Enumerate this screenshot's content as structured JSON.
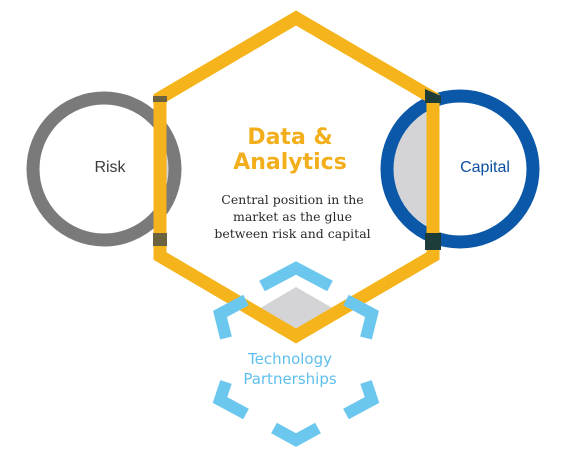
{
  "diagram": {
    "center": {
      "title_line1": "Data &",
      "title_line2": "Analytics",
      "description": [
        "Central position in the",
        "market as the glue",
        "between risk and capital"
      ]
    },
    "left_node": {
      "label": "Risk"
    },
    "right_node": {
      "label": "Capital"
    },
    "bottom_node": {
      "label_line1": "Technology",
      "label_line2": "Partnerships"
    }
  },
  "colors": {
    "hexagon": "#f5b41b",
    "risk_ring": "#7a7a7a",
    "capital_ring": "#0b57a8",
    "technology": "#6cc7ee",
    "overlap_fill": "#d4d4d6"
  }
}
